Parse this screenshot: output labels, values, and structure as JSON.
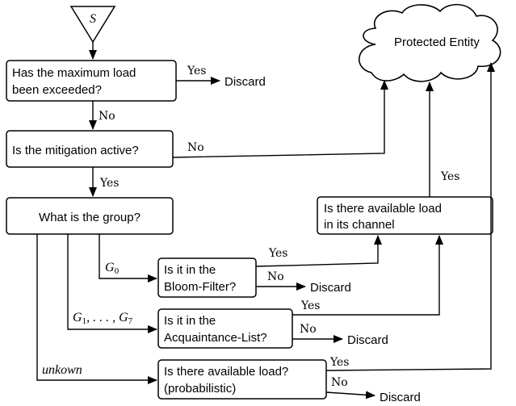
{
  "start": {
    "label": "S"
  },
  "protected": {
    "label": "Protected Entity"
  },
  "q_max_load": {
    "line1": "Has the maximum load",
    "line2": "been exceeded?"
  },
  "q_mitigation": {
    "line1": "Is the mitigation active?"
  },
  "q_group": {
    "line1": "What is the group?"
  },
  "q_channel": {
    "line1": "Is there available load",
    "line2": "in its channel"
  },
  "q_bloom": {
    "line1": "Is it in the",
    "line2": "Bloom-Filter?"
  },
  "q_acq": {
    "line1": "Is it in the",
    "line2": "Acquaintance-List?"
  },
  "q_prob": {
    "line1": "Is there available load?",
    "line2": "(probabilistic)"
  },
  "edges": {
    "max_yes": "Yes",
    "max_no": "No",
    "mit_no": "No",
    "mit_yes": "Yes",
    "chan_yes": "Yes",
    "bloom_yes": "Yes",
    "bloom_no": "No",
    "acq_yes": "Yes",
    "acq_no": "No",
    "prob_yes": "Yes",
    "prob_no": "No"
  },
  "groups": {
    "g0_letter": "G",
    "g0_sub": "0",
    "g17_a": "G",
    "g17_a_sub": "1",
    "g17_mid": ", . . . , ",
    "g17_b": "G",
    "g17_b_sub": "7",
    "unknown": "unkown"
  },
  "discard": {
    "d1": "Discard",
    "d2": "Discard",
    "d3": "Discard",
    "d4": "Discard"
  }
}
